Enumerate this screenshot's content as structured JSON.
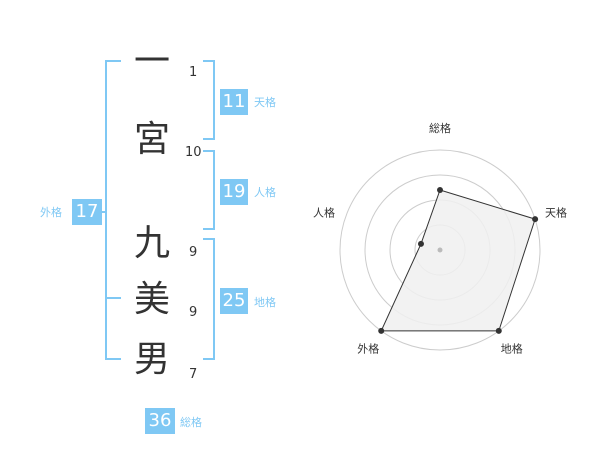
{
  "surname": [
    {
      "char": "一",
      "strokes": "1"
    },
    {
      "char": "宮",
      "strokes": "10"
    }
  ],
  "given_name": [
    {
      "char": "九",
      "strokes": "9"
    },
    {
      "char": "美",
      "strokes": "9"
    },
    {
      "char": "男",
      "strokes": "7"
    }
  ],
  "kaku": {
    "tenkaku": {
      "value": "11",
      "label": "天格"
    },
    "jinkaku": {
      "value": "19",
      "label": "人格"
    },
    "chikaku": {
      "value": "25",
      "label": "地格"
    },
    "gaikaku": {
      "value": "17",
      "label": "外格"
    },
    "soukaku": {
      "value": "36",
      "label": "総格"
    }
  },
  "colors": {
    "accent": "#7fc8f4",
    "text": "#333333",
    "radar_fill": "#f0f0f0",
    "radar_grid": "#cccccc"
  },
  "chart_data": {
    "type": "radar",
    "axes": [
      "総格",
      "天格",
      "地格",
      "外格",
      "人格"
    ],
    "values": [
      3,
      5,
      5,
      5,
      1
    ],
    "rmax": 5,
    "rings": 4
  }
}
